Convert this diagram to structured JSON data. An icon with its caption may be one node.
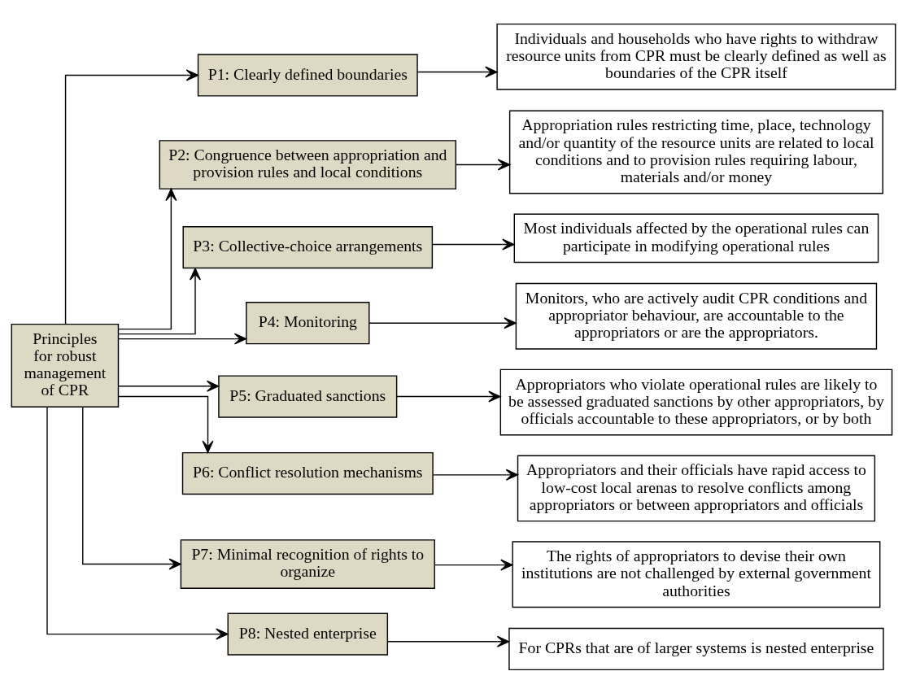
{
  "diagram": {
    "nodes": [
      {
        "text": [
          "Principles for robust management of CPR"
        ]
      },
      {
        "text": [
          "P1: Clearly defined boundaries"
        ]
      },
      {
        "text": [
          "P2: Congruence between appropriation and provision rules and local conditions"
        ]
      },
      {
        "text": [
          "P3: Collective-choice arrangements"
        ]
      },
      {
        "text": [
          "P4: Monitoring"
        ]
      },
      {
        "text": [
          "P5: Graduated sanctions"
        ]
      },
      {
        "text": [
          "P6: Conflict resolution mechanisms"
        ]
      },
      {
        "text": [
          "P7: Minimal recognition of rights to organize"
        ]
      },
      {
        "text": [
          "P8: Nested enterprise"
        ]
      },
      {
        "text": [
          "Individuals and households who have rights to withdraw resource units from CPR must be clearly defined as well as boundaries of the CPR itself"
        ]
      },
      {
        "text": [
          "Appropriation rules restricting time, place, technology and/or quantity of the resource units are related to local conditions and to provision rules requiring labour, materials and/or money"
        ]
      },
      {
        "text": [
          "Most individuals affected by the operational rules can participate in modifying operational rules"
        ]
      },
      {
        "text": [
          "Monitors, who are actively audit CPR conditions and appropriator behaviour, are accountable to the appropriators or are the appropriators."
        ]
      },
      {
        "text": [
          "Appropriators who violate operational rules are likely to be assessed graduated sanctions by other appropriators, by officials accountable to these appropriators, or by both"
        ]
      },
      {
        "text": [
          "Appropriators and their officials have rapid access to low-cost local arenas to resolve conflicts among appropriators or between appropriators and officials"
        ]
      },
      {
        "text": [
          "The rights of appropriators to devise their own institutions are not challenged by external government authorities"
        ]
      },
      {
        "text": [
          "For CPRs that are of larger systems is nested enterprise"
        ]
      }
    ],
    "edges": [
      {
        "from": 0,
        "to": 1,
        "arrow": "to"
      },
      {
        "from": 0,
        "to": 2,
        "arrow": "to"
      },
      {
        "from": 0,
        "to": 3,
        "arrow": "to"
      },
      {
        "from": 0,
        "to": 4,
        "arrow": "to"
      },
      {
        "from": 0,
        "to": 5,
        "arrow": "to"
      },
      {
        "from": 0,
        "to": 6,
        "arrow": "to"
      },
      {
        "from": 0,
        "to": 7,
        "arrow": "to"
      },
      {
        "from": 0,
        "to": 8,
        "arrow": "to"
      },
      {
        "from": 1,
        "to": 9,
        "arrow": "to"
      },
      {
        "from": 2,
        "to": 10,
        "arrow": "to"
      },
      {
        "from": 3,
        "to": 11,
        "arrow": "to"
      },
      {
        "from": 4,
        "to": 12,
        "arrow": "to"
      },
      {
        "from": 5,
        "to": 13,
        "arrow": "to"
      },
      {
        "from": 6,
        "to": 14,
        "arrow": "to"
      },
      {
        "from": 7,
        "to": 15,
        "arrow": "to"
      },
      {
        "from": 8,
        "to": 16,
        "arrow": "to"
      }
    ]
  }
}
